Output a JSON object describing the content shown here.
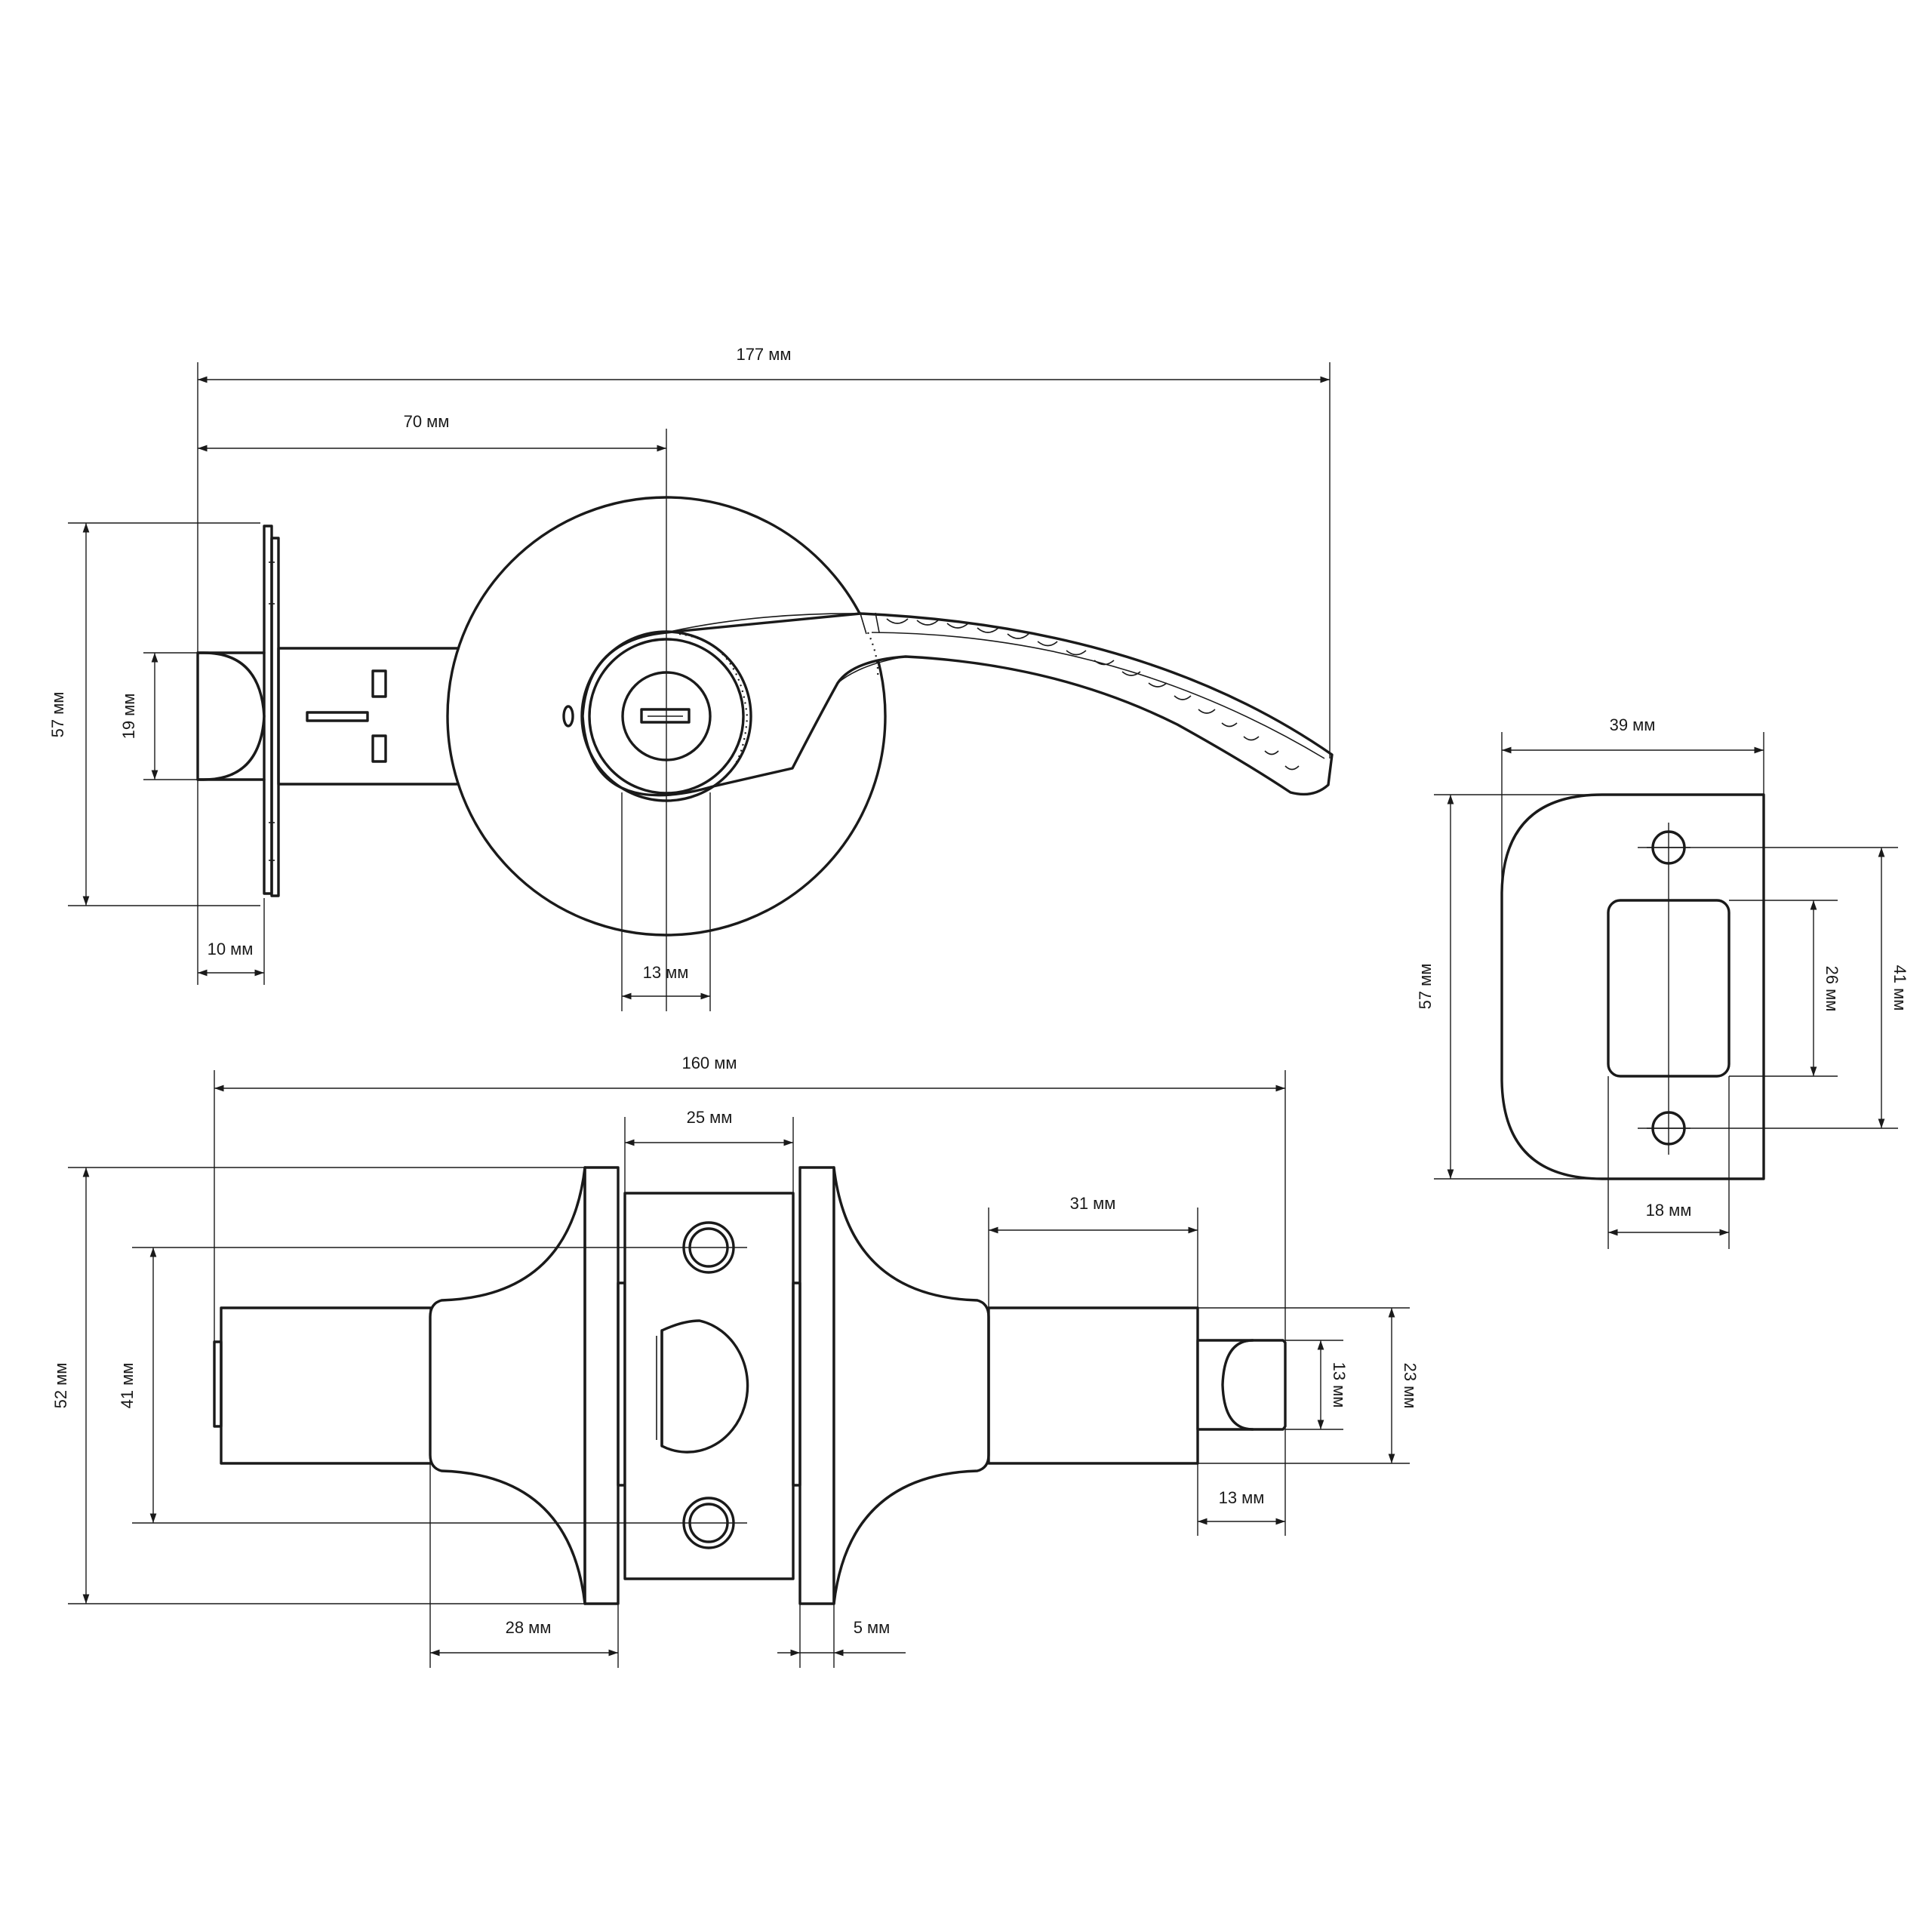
{
  "dimensions": {
    "top_overall_length": "177 мм",
    "top_center_offset": "70 мм",
    "top_rose_height": "57 мм",
    "top_latch_height": "19 мм",
    "top_latch_depth": "10 мм",
    "top_cylinder_width": "13 мм",
    "bottom_overall_length": "160 мм",
    "bottom_plate_width": "25 мм",
    "bottom_spindle_length": "31 мм",
    "bottom_rose_height": "52 мм",
    "bottom_screw_spacing": "41 мм",
    "bottom_rose_depth": "28 мм",
    "bottom_rose_thickness": "5 мм",
    "bottom_tail_height": "13 мм",
    "bottom_spindle_height": "23 мм",
    "bottom_tail_length": "13 мм",
    "strike_width": "39 мм",
    "strike_height": "57 мм",
    "strike_opening_height": "26 мм",
    "strike_hole_spacing": "41 мм",
    "strike_opening_width": "18 мм"
  }
}
